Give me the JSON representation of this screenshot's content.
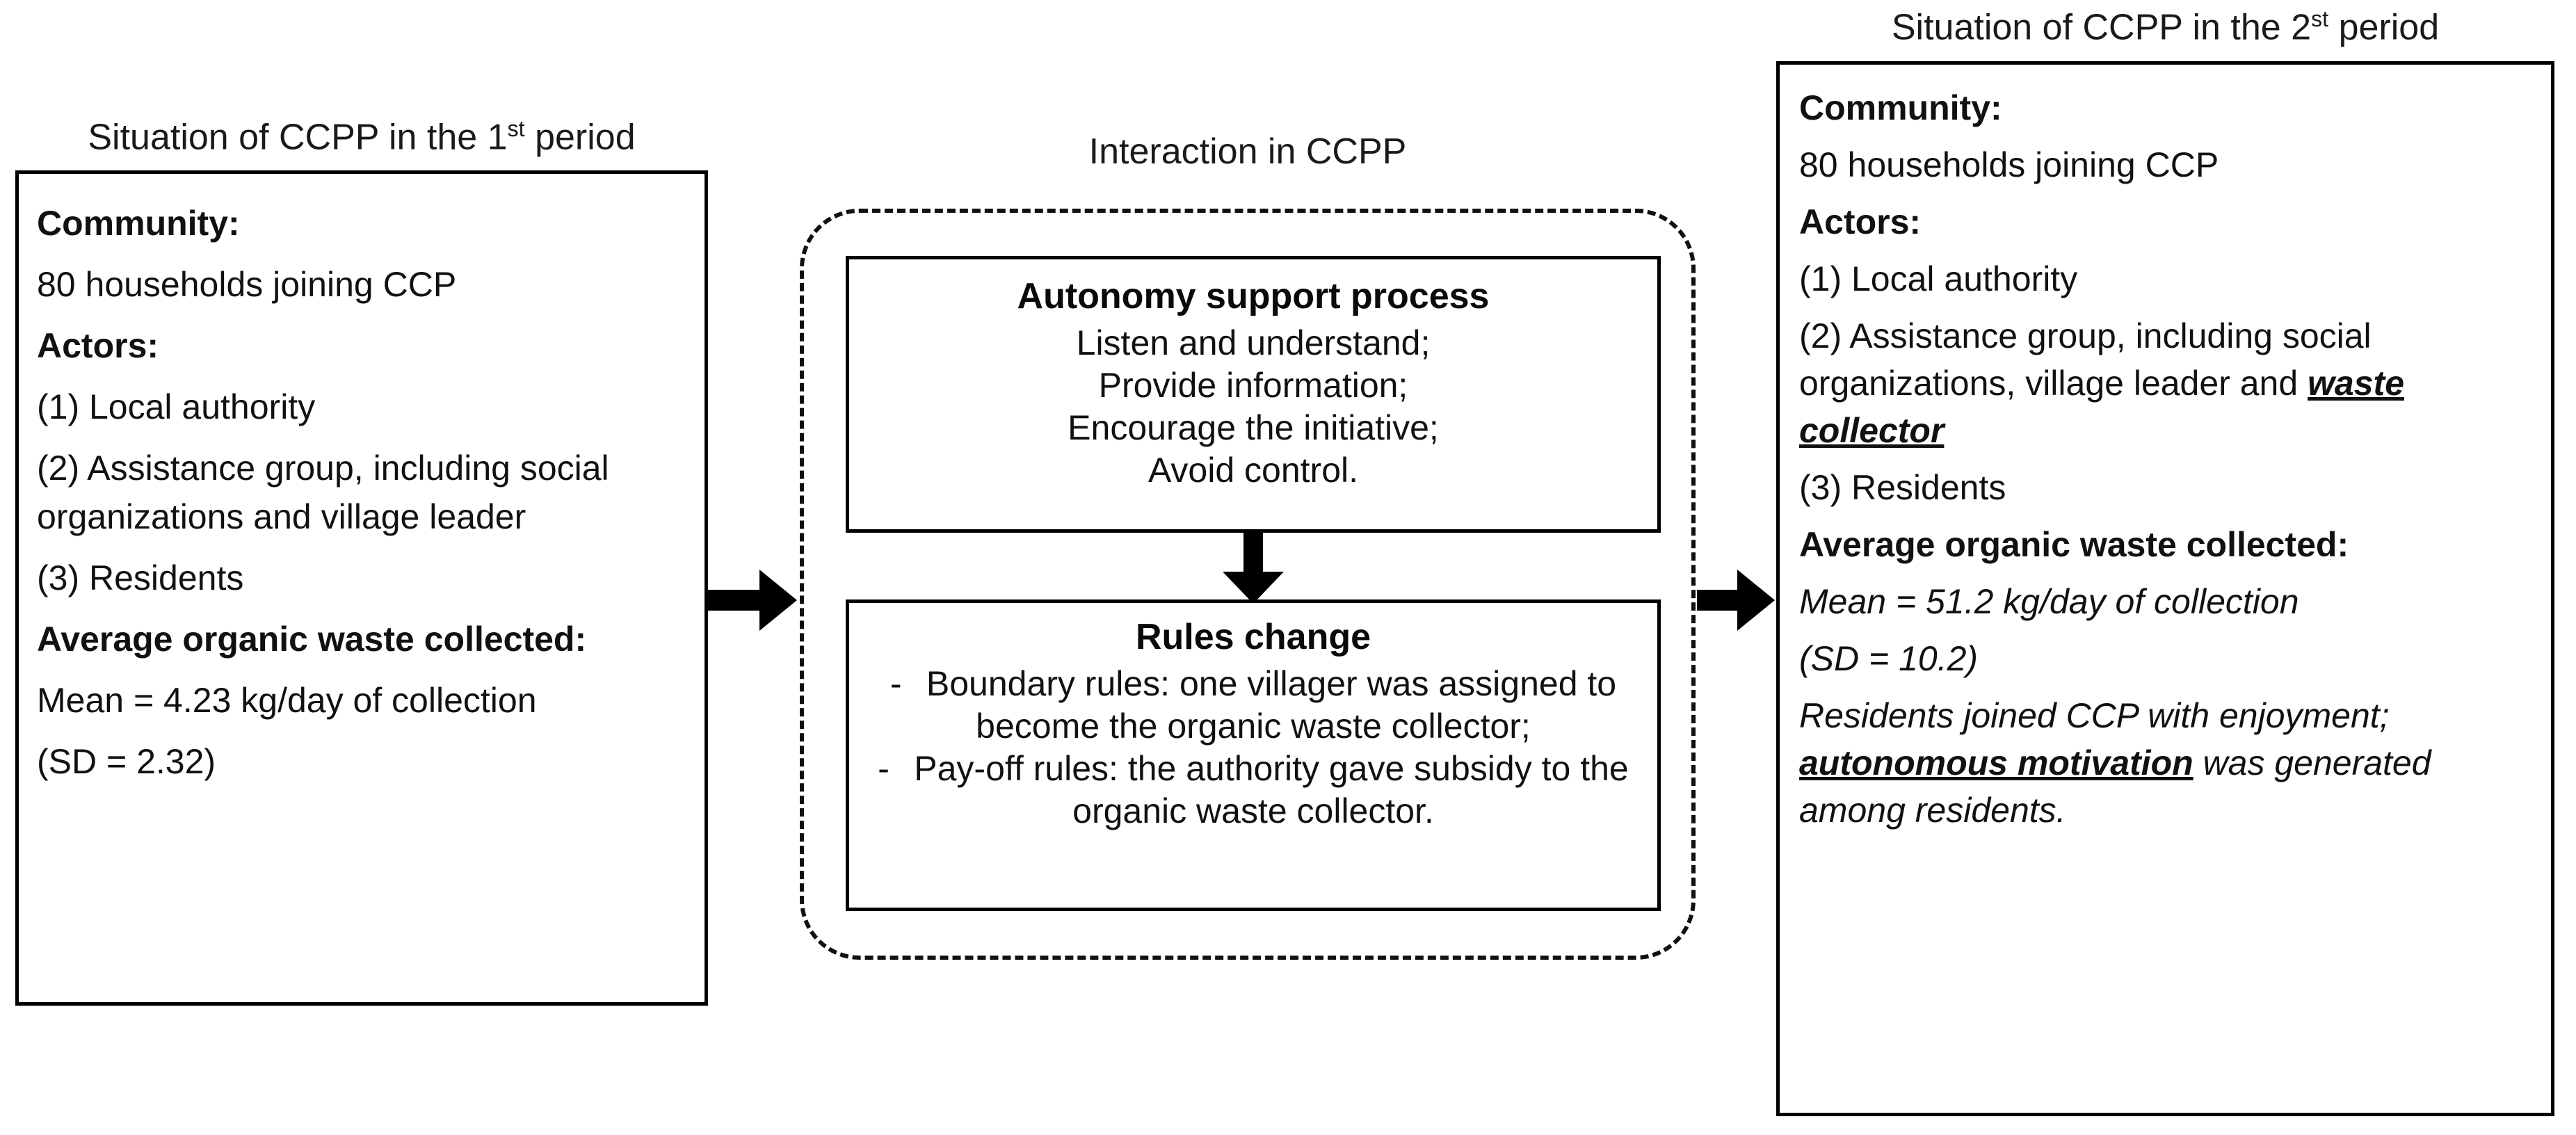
{
  "titles": {
    "left": {
      "prefix": "Situation of CCPP in the ",
      "ordinal_num": "1",
      "ordinal_suffix": "st",
      "suffix": " period"
    },
    "middle": "Interaction in CCPP",
    "right": {
      "prefix": "Situation of CCPP in the ",
      "ordinal_num": "2",
      "ordinal_suffix": "st",
      "suffix": " period"
    }
  },
  "left_panel": {
    "community_heading": "Community:",
    "community_value": "80 households joining  CCP",
    "actors_heading": "Actors:",
    "actor_1": "(1) Local authority",
    "actor_2": "(2) Assistance group, including social organizations and village leader",
    "actor_3": "(3) Residents",
    "waste_heading": "Average organic waste collected:",
    "mean_line": "Mean = 4.23 kg/day of collection",
    "sd_line": "(SD = 2.32)"
  },
  "middle": {
    "autonomy_box": {
      "heading": "Autonomy support  process",
      "items": [
        "Listen and understand;",
        "Provide information;",
        "Encourage the initiative;",
        "Avoid control."
      ]
    },
    "rules_box": {
      "heading": "Rules change",
      "bullet_marker": "-",
      "bullet_1": "Boundary rules: one villager was assigned to become the organic waste collector;",
      "bullet_2": "Pay-off rules: the authority gave subsidy to the organic waste collector."
    }
  },
  "right_panel": {
    "community_heading": "Community:",
    "community_value": "80 households joining  CCP",
    "actors_heading": "Actors:",
    "actor_1": "(1) Local authority",
    "actor_2_plain": "(2) Assistance group, including  social organizations, village  leader and ",
    "actor_2_emphasis": "waste collector",
    "actor_3": "(3) Residents",
    "waste_heading": "Average organic waste collected:",
    "mean_line": "Mean = 51.2 kg/day of collection",
    "sd_line": "(SD = 10.2)",
    "outcome_part1": "Residents joined CCP with enjoyment; ",
    "outcome_emphasis": "autonomous motivation",
    "outcome_part2": " was generated among residents."
  },
  "arrows": {
    "left_to_middle": "arrow-right",
    "middle_to_right": "arrow-right",
    "autonomy_to_rules": "arrow-down"
  },
  "colors": {
    "stroke": "#000000",
    "text": "#111111",
    "background": "#ffffff"
  }
}
